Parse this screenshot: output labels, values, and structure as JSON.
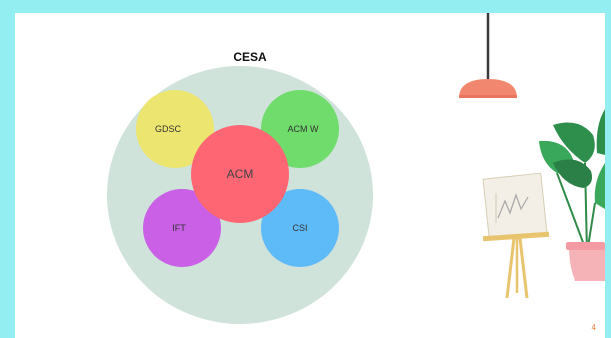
{
  "slide": {
    "title": "CESA",
    "page_number": "4"
  },
  "diagram": {
    "container_label": "CESA",
    "nodes": [
      {
        "label": "GDSC",
        "color": "#ece56f"
      },
      {
        "label": "ACM W",
        "color": "#6fdc6b"
      },
      {
        "label": "ACM",
        "color": "#ff6673"
      },
      {
        "label": "IFT",
        "color": "#c960e6"
      },
      {
        "label": "CSI",
        "color": "#5ebbf7"
      }
    ],
    "container_color": "#cfe3da"
  },
  "colors": {
    "frame": "#92eef1",
    "background": "#ffffff",
    "accent": "#ef7a3b"
  },
  "icons": [
    "pendant-lamp-icon",
    "easel-chart-icon",
    "potted-plant-icon"
  ]
}
